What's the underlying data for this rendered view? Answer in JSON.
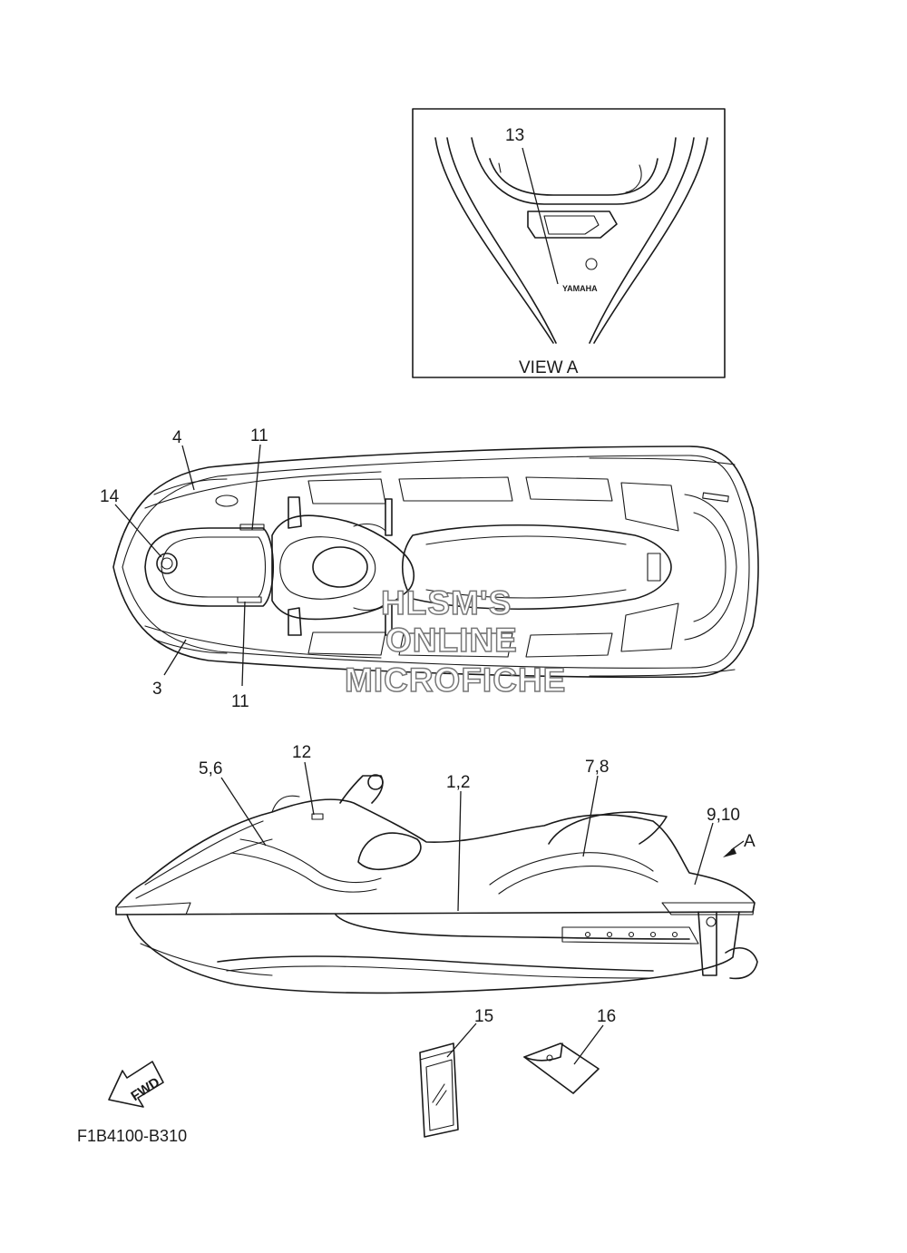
{
  "diagram": {
    "part_code": "F1B4100-B310",
    "view_a": {
      "label": "VIEW A",
      "logo_text": "YAMAHA"
    },
    "fwd_arrow_text": "FWD",
    "view_marker": "A",
    "watermark": [
      "HLSM'S",
      "ONLINE",
      "MICROFICHE"
    ],
    "callouts": {
      "c13": "13",
      "c4": "4",
      "c11_top": "11",
      "c14": "14",
      "c3": "3",
      "c11_bottom": "11",
      "c12": "12",
      "c5_6": "5,6",
      "c1_2": "1,2",
      "c7_8": "7,8",
      "c9_10": "9,10",
      "c15": "15",
      "c16": "16"
    }
  }
}
